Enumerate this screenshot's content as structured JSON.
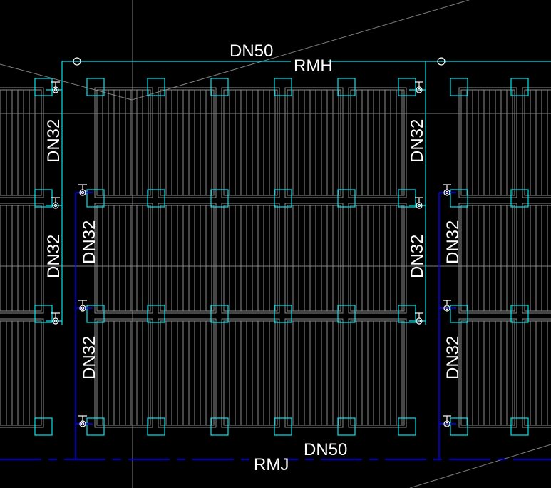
{
  "drawing": {
    "background_color": "#000000",
    "colors": {
      "supply_pipe": "#00e5ee",
      "return_pipe": "#0000ff",
      "panel_outline": "#8c8c8c",
      "text": "#ffffff"
    },
    "labels": {
      "supply_header_size": "DN50",
      "supply_header_name": "RMH",
      "return_header_size": "DN50",
      "return_header_name": "RMJ",
      "riser_left_supply_upper": "DN32",
      "riser_left_supply_lower": "DN32",
      "riser_left_return_upper": "DN32",
      "riser_left_return_lower": "DN32",
      "riser_right_supply_upper": "DN32",
      "riser_right_supply_lower": "DN32",
      "riser_right_return_upper": "DN32",
      "riser_right_return_lower": "DN32"
    },
    "icons": {
      "valve": "valve-icon",
      "header_marker": "circle-marker-icon",
      "connector": "connector-box-icon"
    }
  }
}
